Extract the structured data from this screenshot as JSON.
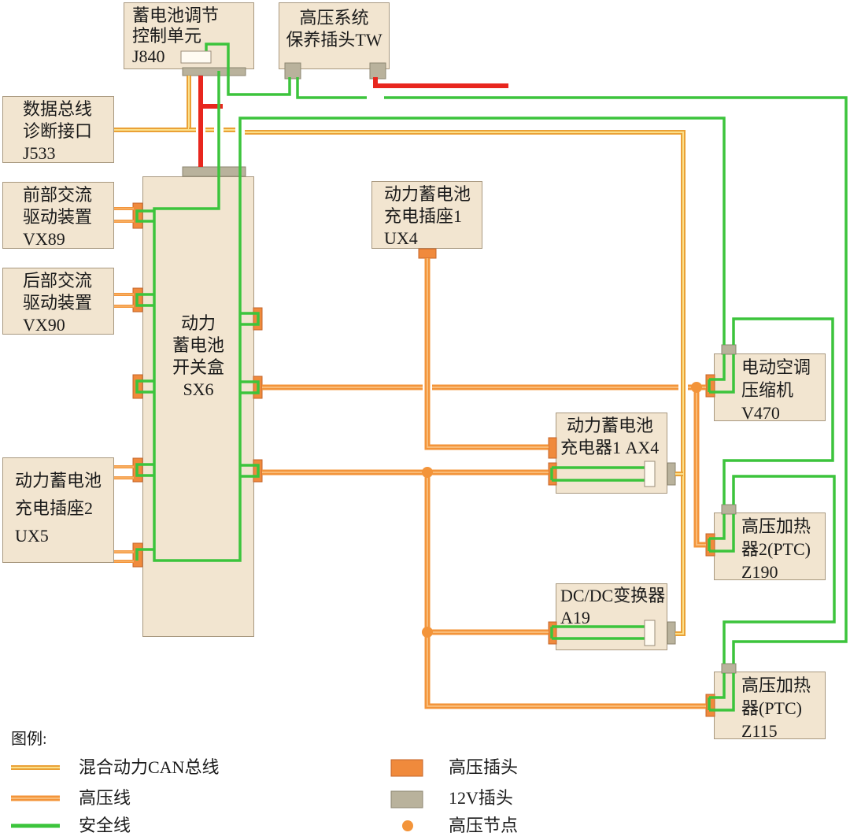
{
  "colors": {
    "box_fill": "#f2e5d0",
    "box_border": "#a8987f",
    "can_bus": "#eaa136",
    "can_bus_center": "#fbdf8a",
    "high_voltage": "#f3943a",
    "high_voltage_center": "#f9bc78",
    "safety": "#3cc43c",
    "red_line": "#e8261e",
    "hv_connector": "#f08a3c",
    "lv_connector": "#b9b29c"
  },
  "components": {
    "j840": {
      "lines": [
        "蓄电池调节",
        "控制单元",
        "J840"
      ]
    },
    "tw": {
      "lines": [
        "高压系统",
        "保养插头TW"
      ]
    },
    "j533": {
      "lines": [
        "数据总线",
        "诊断接口",
        "J533"
      ]
    },
    "vx89": {
      "lines": [
        "前部交流",
        "驱动装置",
        "VX89"
      ]
    },
    "vx90": {
      "lines": [
        "后部交流",
        "驱动装置",
        "VX90"
      ]
    },
    "ux5": {
      "lines": [
        "动力蓄电池",
        "充电插座2",
        "UX5"
      ]
    },
    "sx6": {
      "lines": [
        "动力",
        "蓄电池",
        "开关盒",
        "SX6"
      ]
    },
    "ux4": {
      "lines": [
        "动力蓄电池",
        "充电插座1",
        "UX4"
      ]
    },
    "ax4": {
      "lines": [
        "动力蓄电池",
        "充电器1 AX4"
      ]
    },
    "a19": {
      "lines": [
        "DC/DC变换器",
        "A19"
      ]
    },
    "v470": {
      "lines": [
        "电动空调",
        "压缩机",
        "V470"
      ]
    },
    "z190": {
      "lines": [
        "高压加热",
        "器2(PTC)",
        "Z190"
      ]
    },
    "z115": {
      "lines": [
        "高压加热",
        "器(PTC)",
        "Z115"
      ]
    }
  },
  "legend": {
    "title": "图例:",
    "items": [
      {
        "label": "混合动力CAN总线",
        "symbol": "can-bus-line-icon"
      },
      {
        "label": "高压线",
        "symbol": "high-voltage-line-icon"
      },
      {
        "label": "安全线",
        "symbol": "safety-line-icon"
      },
      {
        "label": "高压插头",
        "symbol": "hv-connector-icon"
      },
      {
        "label": "12V插头",
        "symbol": "12v-connector-icon"
      },
      {
        "label": "高压节点",
        "symbol": "hv-node-icon"
      }
    ]
  }
}
